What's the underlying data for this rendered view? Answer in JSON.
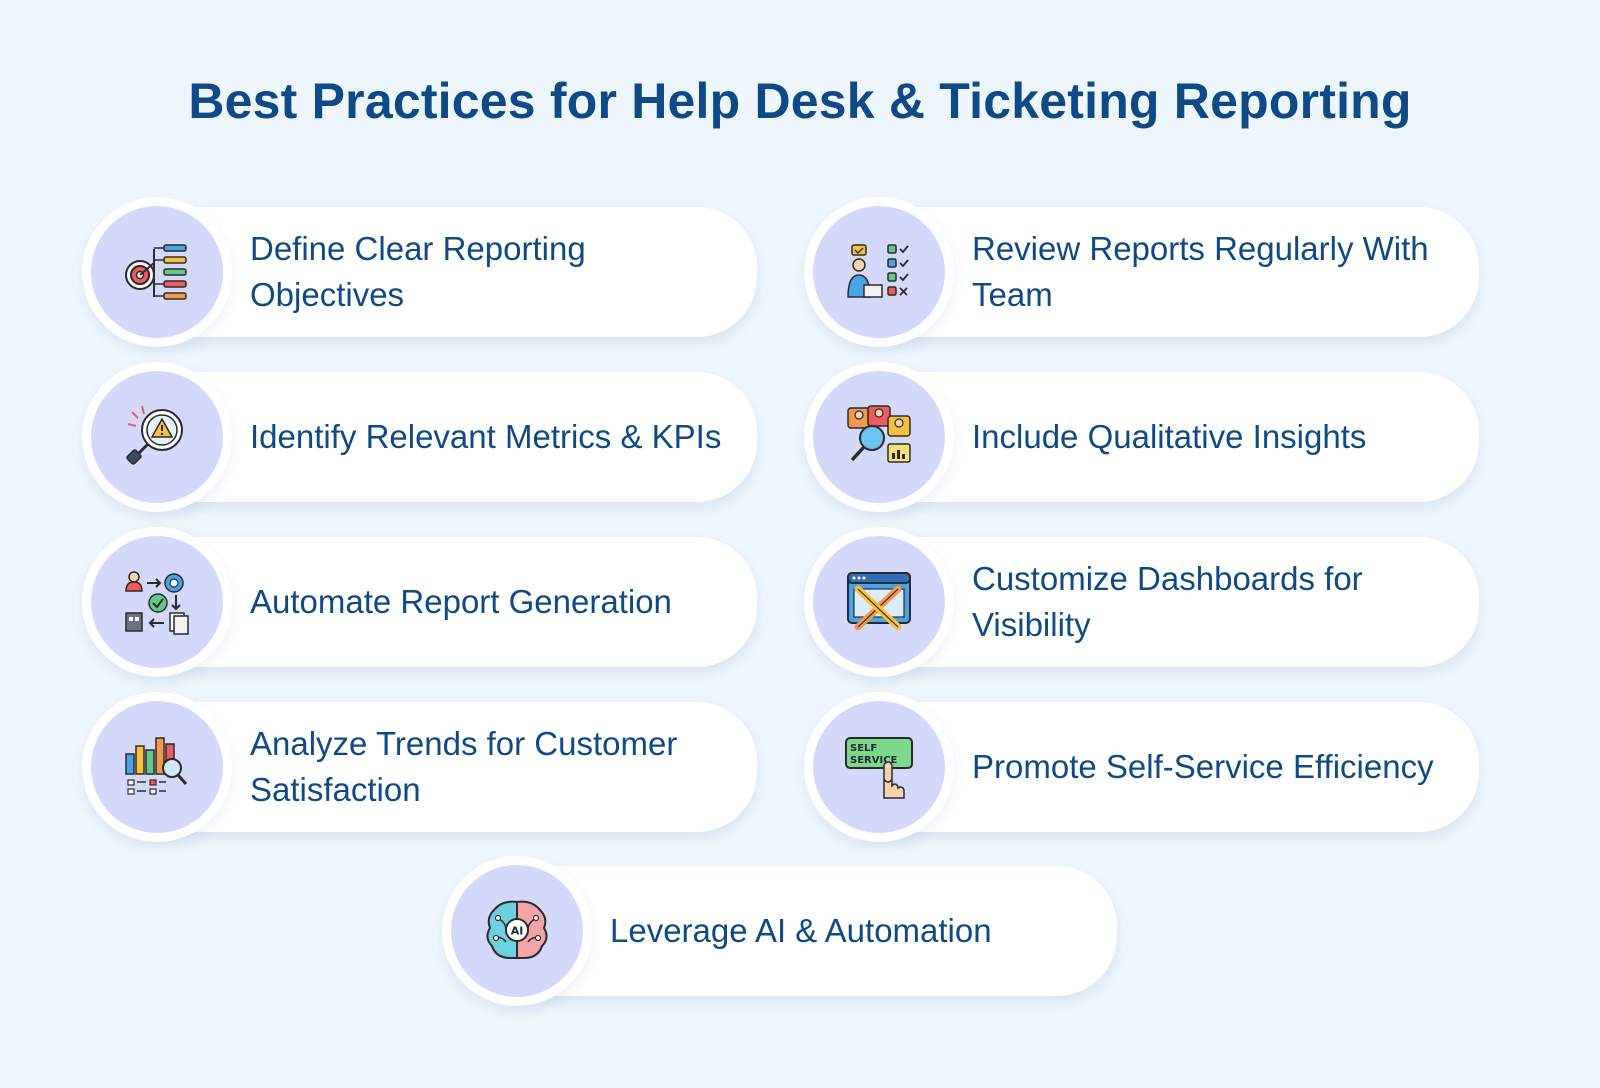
{
  "title": "Best Practices for Help Desk & Ticketing Reporting",
  "items": [
    {
      "label": "Define Clear Reporting Objectives",
      "icon": "target-checklist-icon"
    },
    {
      "label": "Review Reports Regularly With Team",
      "icon": "team-review-icon"
    },
    {
      "label": "Identify Relevant Metrics & KPIs",
      "icon": "warning-magnifier-icon"
    },
    {
      "label": "Include Qualitative Insights",
      "icon": "people-insights-icon"
    },
    {
      "label": "Automate Report Generation",
      "icon": "automation-flow-icon"
    },
    {
      "label": "Customize Dashboards for Visibility",
      "icon": "dashboard-tools-icon"
    },
    {
      "label": "Analyze Trends for Customer Satisfaction",
      "icon": "bar-chart-magnifier-icon"
    },
    {
      "label": "Promote Self-Service Efficiency",
      "icon": "self-service-icon"
    },
    {
      "label": "Leverage AI & Automation",
      "icon": "ai-brain-icon"
    }
  ],
  "self_service_sign": {
    "line1": "SELF",
    "line2": "SERVICE"
  },
  "ai_badge": "AI",
  "colors": {
    "background": "#eef6fd",
    "title": "#0f4a86",
    "text": "#0f4a86",
    "icon_disc": "#d4d9fb",
    "card": "#ffffff"
  }
}
